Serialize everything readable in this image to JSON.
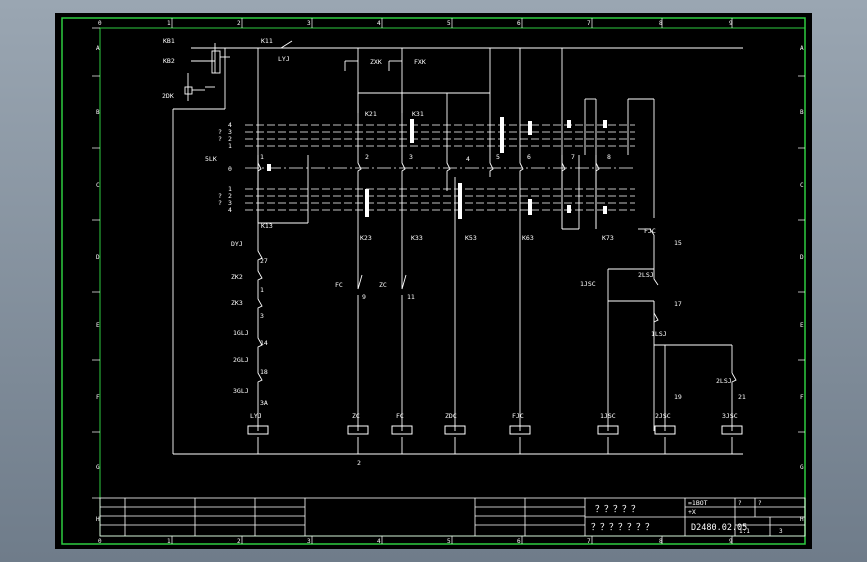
{
  "colors": {
    "sheet_bg": "#000000",
    "frame": "#2ecc40",
    "wire": "#ffffff",
    "window_bg": "#8a96a3"
  },
  "border": {
    "columns_top": [
      "0",
      "1",
      "2",
      "3",
      "4",
      "5",
      "6",
      "7",
      "8",
      "9"
    ],
    "columns_bottom": [
      "0",
      "1",
      "2",
      "3",
      "4",
      "5",
      "6",
      "7",
      "8",
      "9"
    ],
    "rows_left": [
      "A",
      "B",
      "C",
      "D",
      "E",
      "F",
      "G",
      "H"
    ],
    "rows_right": [
      "A",
      "B",
      "C",
      "D",
      "E",
      "F",
      "G",
      "H"
    ]
  },
  "upper": {
    "kb1": "KB1",
    "kb2": "KB2",
    "k11": "K11",
    "lyj_top": "LYJ",
    "zxk": "ZXK",
    "fxk": "FXK",
    "twodk": "2DK",
    "k21": "K21",
    "k31": "K31",
    "five_lk": "5LK",
    "zero": "0",
    "upper_positions": [
      "4",
      "3",
      "2",
      "1"
    ],
    "upper_q": [
      "?",
      "?"
    ],
    "lower_positions": [
      "1",
      "2",
      "3",
      "4"
    ],
    "lower_q": [
      "?",
      "?"
    ],
    "contact_numbers": [
      "1",
      "2",
      "3",
      "4",
      "5",
      "6",
      "7",
      "8"
    ],
    "k13": "K13",
    "k23": "K23",
    "k33": "K33",
    "k53": "K53",
    "k63": "K63",
    "k73": "K73"
  },
  "chain": {
    "dyj": "DYJ",
    "n27": "27",
    "zk2": "ZK2",
    "n1": "1",
    "zk3": "ZK3",
    "n3": "3",
    "one_glj": "1GLJ",
    "n14": "14",
    "two_glj": "2GLJ",
    "n18": "18",
    "three_glj": "3GLJ",
    "n3a": "3A",
    "fc_left": "FC",
    "n9": "9",
    "zc_mid": "ZC",
    "n11": "11",
    "fjc_top": "FJC",
    "n15": "15",
    "two_lsj_top": "2LSJ",
    "one_jsc_top": "1JSC",
    "n17": "17",
    "one_lsj": "1LSJ",
    "two_lsj_bottom": "2LSJ",
    "n19": "19",
    "n21": "21",
    "n2": "2"
  },
  "coils": [
    "LYJ",
    "ZC",
    "FC",
    "ZDC",
    "FJC",
    "1JSC",
    "2JSC",
    "3JSC"
  ],
  "title_block": {
    "q5": "？？？？？",
    "q7": "？？？？？？？",
    "code1": "=1BOT",
    "code2": "+X",
    "drawing_no": "D2480.02.05",
    "scale": "1:1",
    "sheet_no": "3",
    "small_a": "?",
    "small_b": "?"
  }
}
